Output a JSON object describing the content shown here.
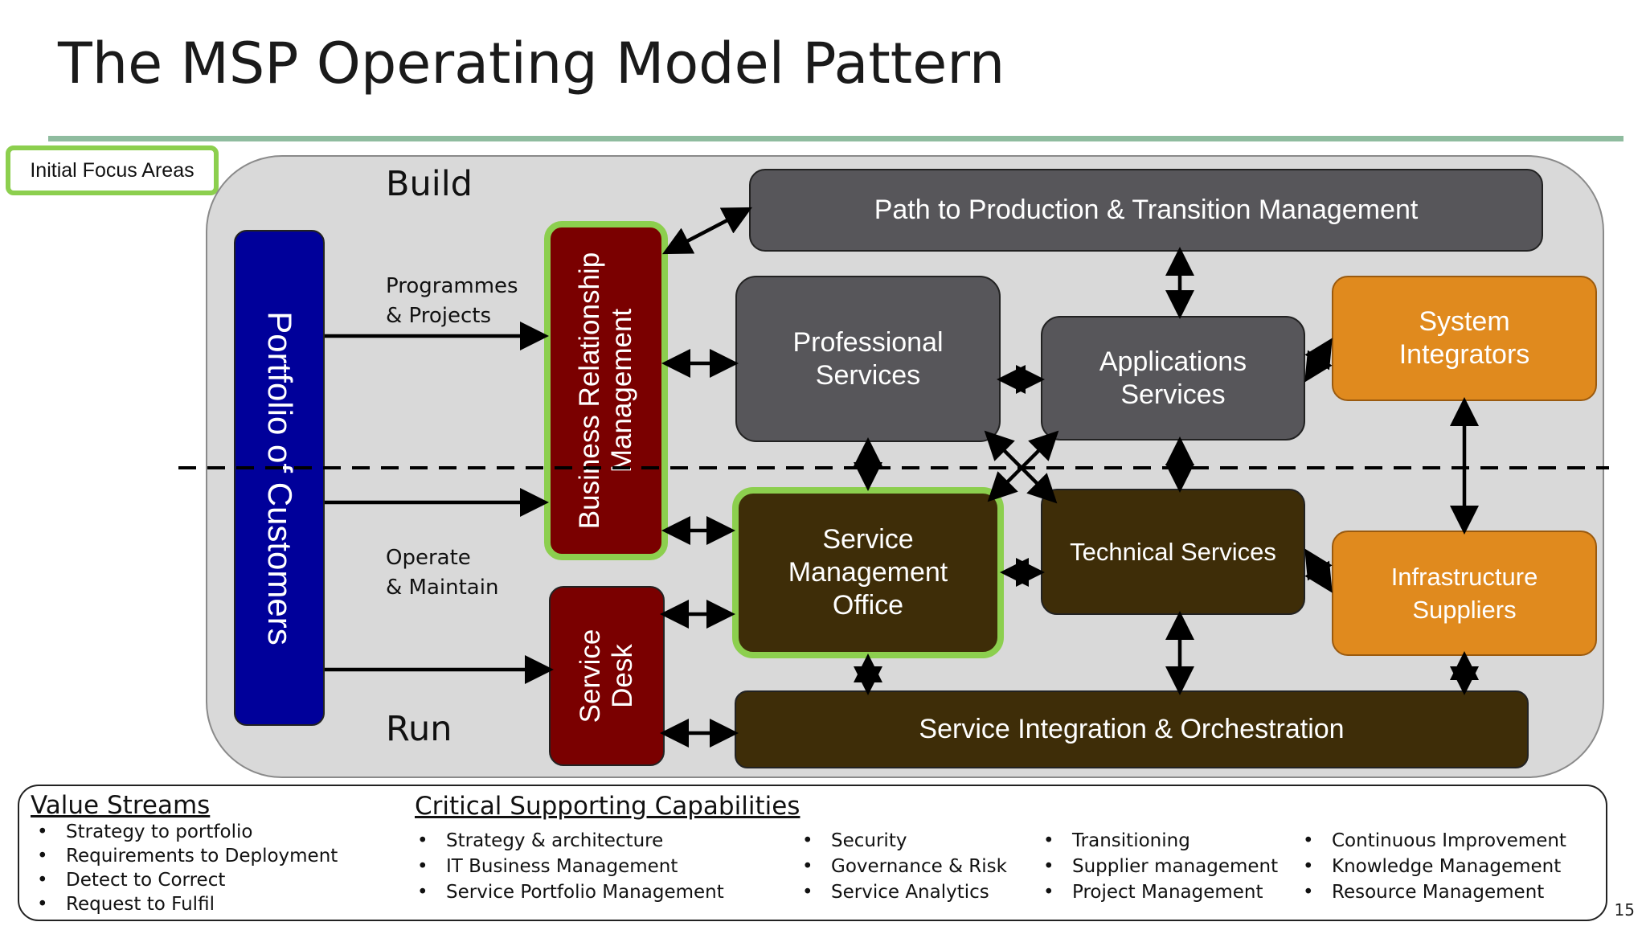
{
  "title": "The MSP Operating Model Pattern",
  "focus_label": "Initial Focus Areas",
  "labels": {
    "build": "Build",
    "run": "Run",
    "programmes_1": "Programmes",
    "programmes_2": "& Projects",
    "operate_1": "Operate",
    "operate_2": "& Maintain"
  },
  "boxes": {
    "portfolio": "Portfolio of Customers",
    "brm_1": "Business Relationship",
    "brm_2": "Management",
    "service_desk_1": "Service",
    "service_desk_2": "Desk",
    "path_to_production": "Path to Production & Transition Management",
    "professional_1": "Professional",
    "professional_2": "Services",
    "applications_1": "Applications",
    "applications_2": "Services",
    "system_integrators_1": "System",
    "system_integrators_2": "Integrators",
    "smo_1": "Service",
    "smo_2": "Management",
    "smo_3": "Office",
    "technical_services": "Technical Services",
    "infrastructure_1": "Infrastructure",
    "infrastructure_2": "Suppliers",
    "sio": "Service Integration & Orchestration"
  },
  "colors": {
    "portfolio_blue": "#00009a",
    "dark_red": "#7a0000",
    "gray": "#57565a",
    "dark_brown": "#3e2d08",
    "orange": "#e08a1e",
    "focus_green": "#8ccf4e",
    "rule_green": "#8fbc9f"
  },
  "value_streams": {
    "heading": "Value Streams",
    "items": [
      "Strategy to portfolio",
      "Requirements to Deployment",
      "Detect to Correct",
      "Request to Fulfil"
    ]
  },
  "capabilities": {
    "heading": "Critical Supporting  Capabilities",
    "col1": [
      "Strategy & architecture",
      "IT Business Management",
      "Service Portfolio Management"
    ],
    "col2": [
      "Security",
      "Governance & Risk",
      "Service Analytics"
    ],
    "col3": [
      "Transitioning",
      "Supplier management",
      "Project Management"
    ],
    "col4": [
      "Continuous Improvement",
      "Knowledge Management",
      "Resource Management"
    ]
  },
  "page_number": "15"
}
